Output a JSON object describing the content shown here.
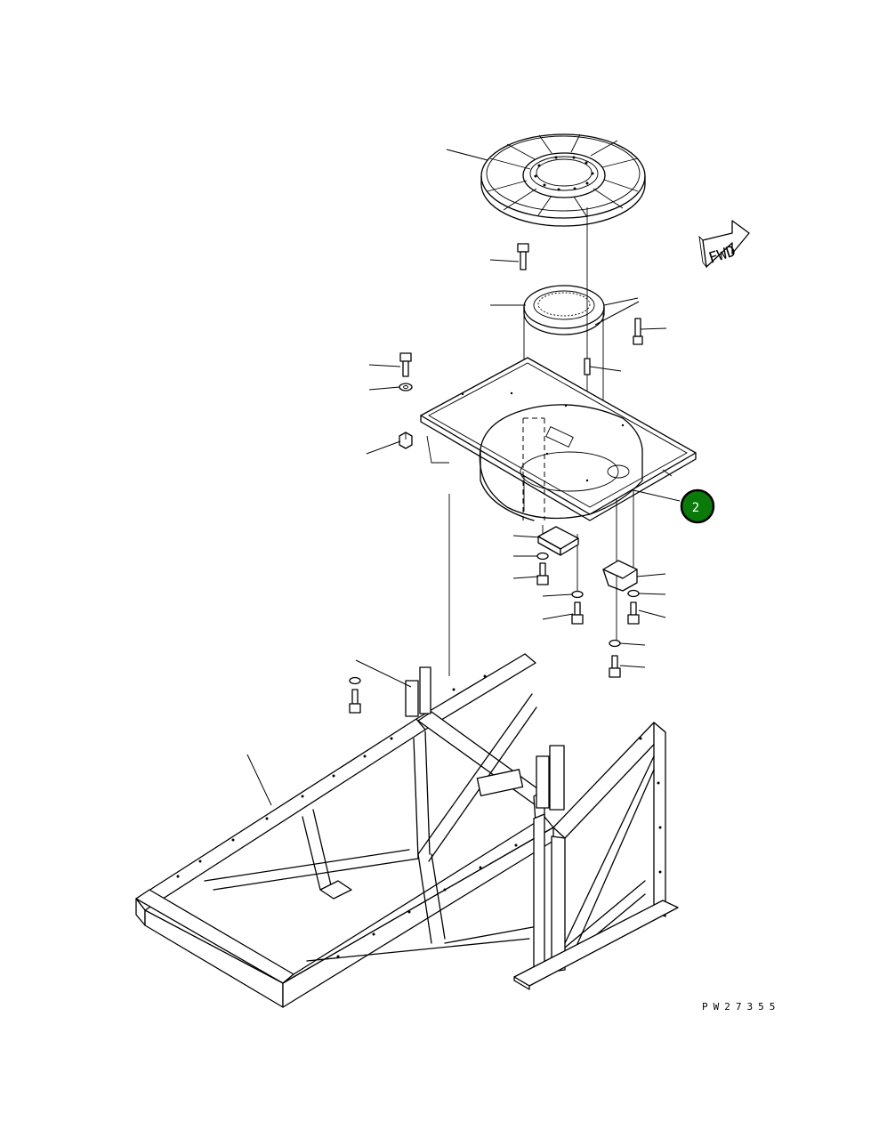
{
  "fwd_label": "FWD",
  "drawing_number": "PW27355",
  "callouts": [
    {
      "label": "2",
      "color": "#0a7a0a",
      "text_color": "#ffffff"
    }
  ]
}
